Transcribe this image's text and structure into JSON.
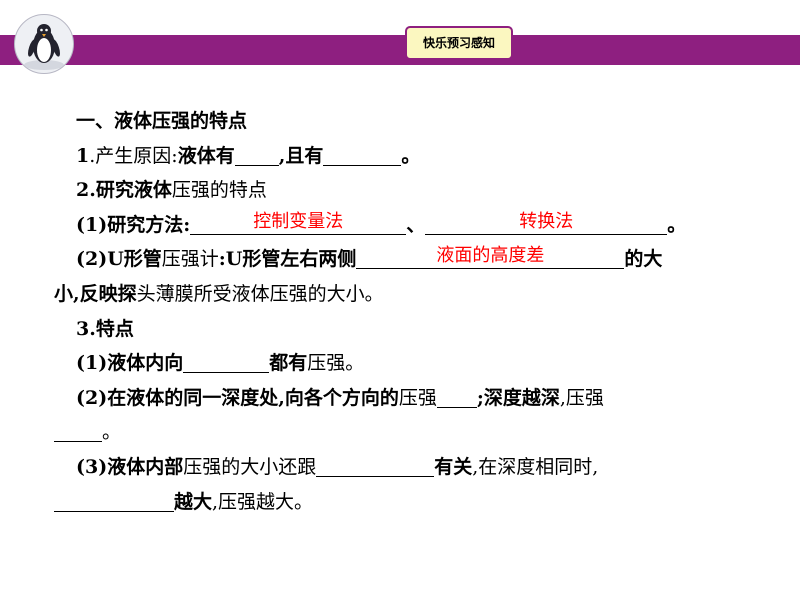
{
  "header": {
    "tag_label": "快乐预习感知",
    "bar_color": "#8e1f80",
    "tag_bg": "#fbf7c0",
    "logo_icon": "penguin-icon"
  },
  "content": {
    "heading": "一、液体压强的特点",
    "l1_num": "1",
    "l1_a": ".产生原因:",
    "l1_b": "液体有",
    "l1_c": ",且有",
    "l1_d": "。",
    "l2_num": "2",
    "l2_a": ".研究液体",
    "l2_b": "压强的特点",
    "l3_a": "(1)研究方法:",
    "l3_ans1": "控制变量法",
    "l3_b": "、",
    "l3_ans2": "转换法",
    "l3_c": "。",
    "l4_a": "(2)U形管",
    "l4_b": "压强计",
    "l4_c": ":U形管左右两侧",
    "l4_ans": "液面的高度差",
    "l4_d": "的大",
    "l5_a": "小,反映探",
    "l5_b": "头薄膜所受液体压强的大小。",
    "l6_num": "3",
    "l6_a": ".特点",
    "l7_a": "(1)液体内向",
    "l7_b": "都有",
    "l7_c": "压强。",
    "l8_a": "(2)在液体的同一深度处",
    "l8_b": ",向各个方向的",
    "l8_c": "压强",
    "l8_d": ";深度越深",
    "l8_e": ",压强",
    "l9_a": "。",
    "l10_a": "(3)液体内部",
    "l10_b": "压强的大小还跟",
    "l10_c": "有关",
    "l10_d": ",在深度相同时,",
    "l11_a": "越大",
    "l11_b": ",压强越大。",
    "answer_color": "#ff0000"
  }
}
